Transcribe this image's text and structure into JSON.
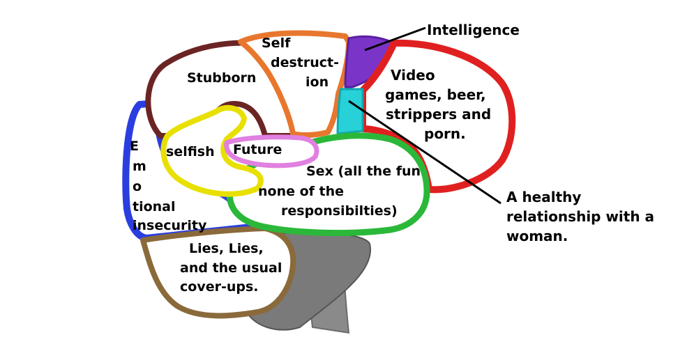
{
  "regions": [
    {
      "id": "stubborn",
      "lines": [
        "Stubborn"
      ],
      "color": "#6b2424"
    },
    {
      "id": "self-destruction",
      "lines": [
        "Self",
        "destruct-",
        "ion"
      ],
      "color": "#e8772e"
    },
    {
      "id": "intelligence",
      "lines": [
        "Intelligence"
      ],
      "color": "#7a35c8"
    },
    {
      "id": "video-games",
      "lines": [
        "Video",
        "games, beer,",
        "strippers and",
        "porn."
      ],
      "color": "#e02020"
    },
    {
      "id": "healthy-relationship",
      "lines": [
        "A healthy",
        "relationship with a",
        "woman."
      ],
      "color": "#28d0d8"
    },
    {
      "id": "selfish",
      "lines": [
        "selfish"
      ],
      "color": "#e8e000"
    },
    {
      "id": "future",
      "lines": [
        "Future"
      ],
      "color": "#e080e0"
    },
    {
      "id": "sex",
      "lines": [
        "Sex (all the fun",
        "none of the",
        "responsibilties)"
      ],
      "color": "#2bb83a"
    },
    {
      "id": "emotional-insecurity",
      "lines": [
        "E",
        "m",
        "o",
        "tional",
        "insecurity"
      ],
      "color": "#2a3ee0"
    },
    {
      "id": "lies",
      "lines": [
        "Lies, Lies,",
        "and the usual",
        "cover-ups."
      ],
      "color": "#8a6a3a"
    }
  ]
}
